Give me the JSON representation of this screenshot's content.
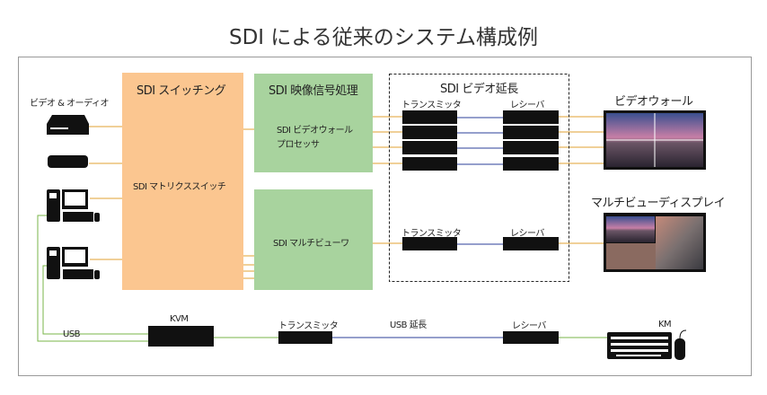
{
  "title": "SDI による従来のシステム構成例",
  "sources": {
    "av_label": "ビデオ & オーディオ"
  },
  "switching": {
    "heading": "SDI スイッチング",
    "body": "SDI マトリクススイッチ"
  },
  "processing": {
    "heading": "SDI 映像信号処理",
    "wall_processor": "SDI ビデオウォール\nプロセッサ",
    "wall_processor_line1": "SDI ビデオウォール",
    "wall_processor_line2": "プロセッサ",
    "multiviewer": "SDI マルチビューワ"
  },
  "extension": {
    "heading": "SDI ビデオ延長",
    "tx_label": "トランスミッタ",
    "rx_label": "レシーバ",
    "tx_label_2": "トランスミッタ",
    "rx_label_2": "レシーバ"
  },
  "displays": {
    "video_wall": "ビデオウォール",
    "multiview": "マルチビューディスプレイ"
  },
  "usb": {
    "usb_label": "USB",
    "kvm_label": "KVM",
    "tx_label": "トランスミッタ",
    "ext_label": "USB 延長",
    "rx_label": "レシーバ",
    "km_label": "KM"
  },
  "colors": {
    "orange": "#fbc690",
    "green": "#a8d39e",
    "sdi_line": "#e0a030",
    "fiber_line": "#2b3f9a",
    "usb_line": "#7ab648"
  }
}
